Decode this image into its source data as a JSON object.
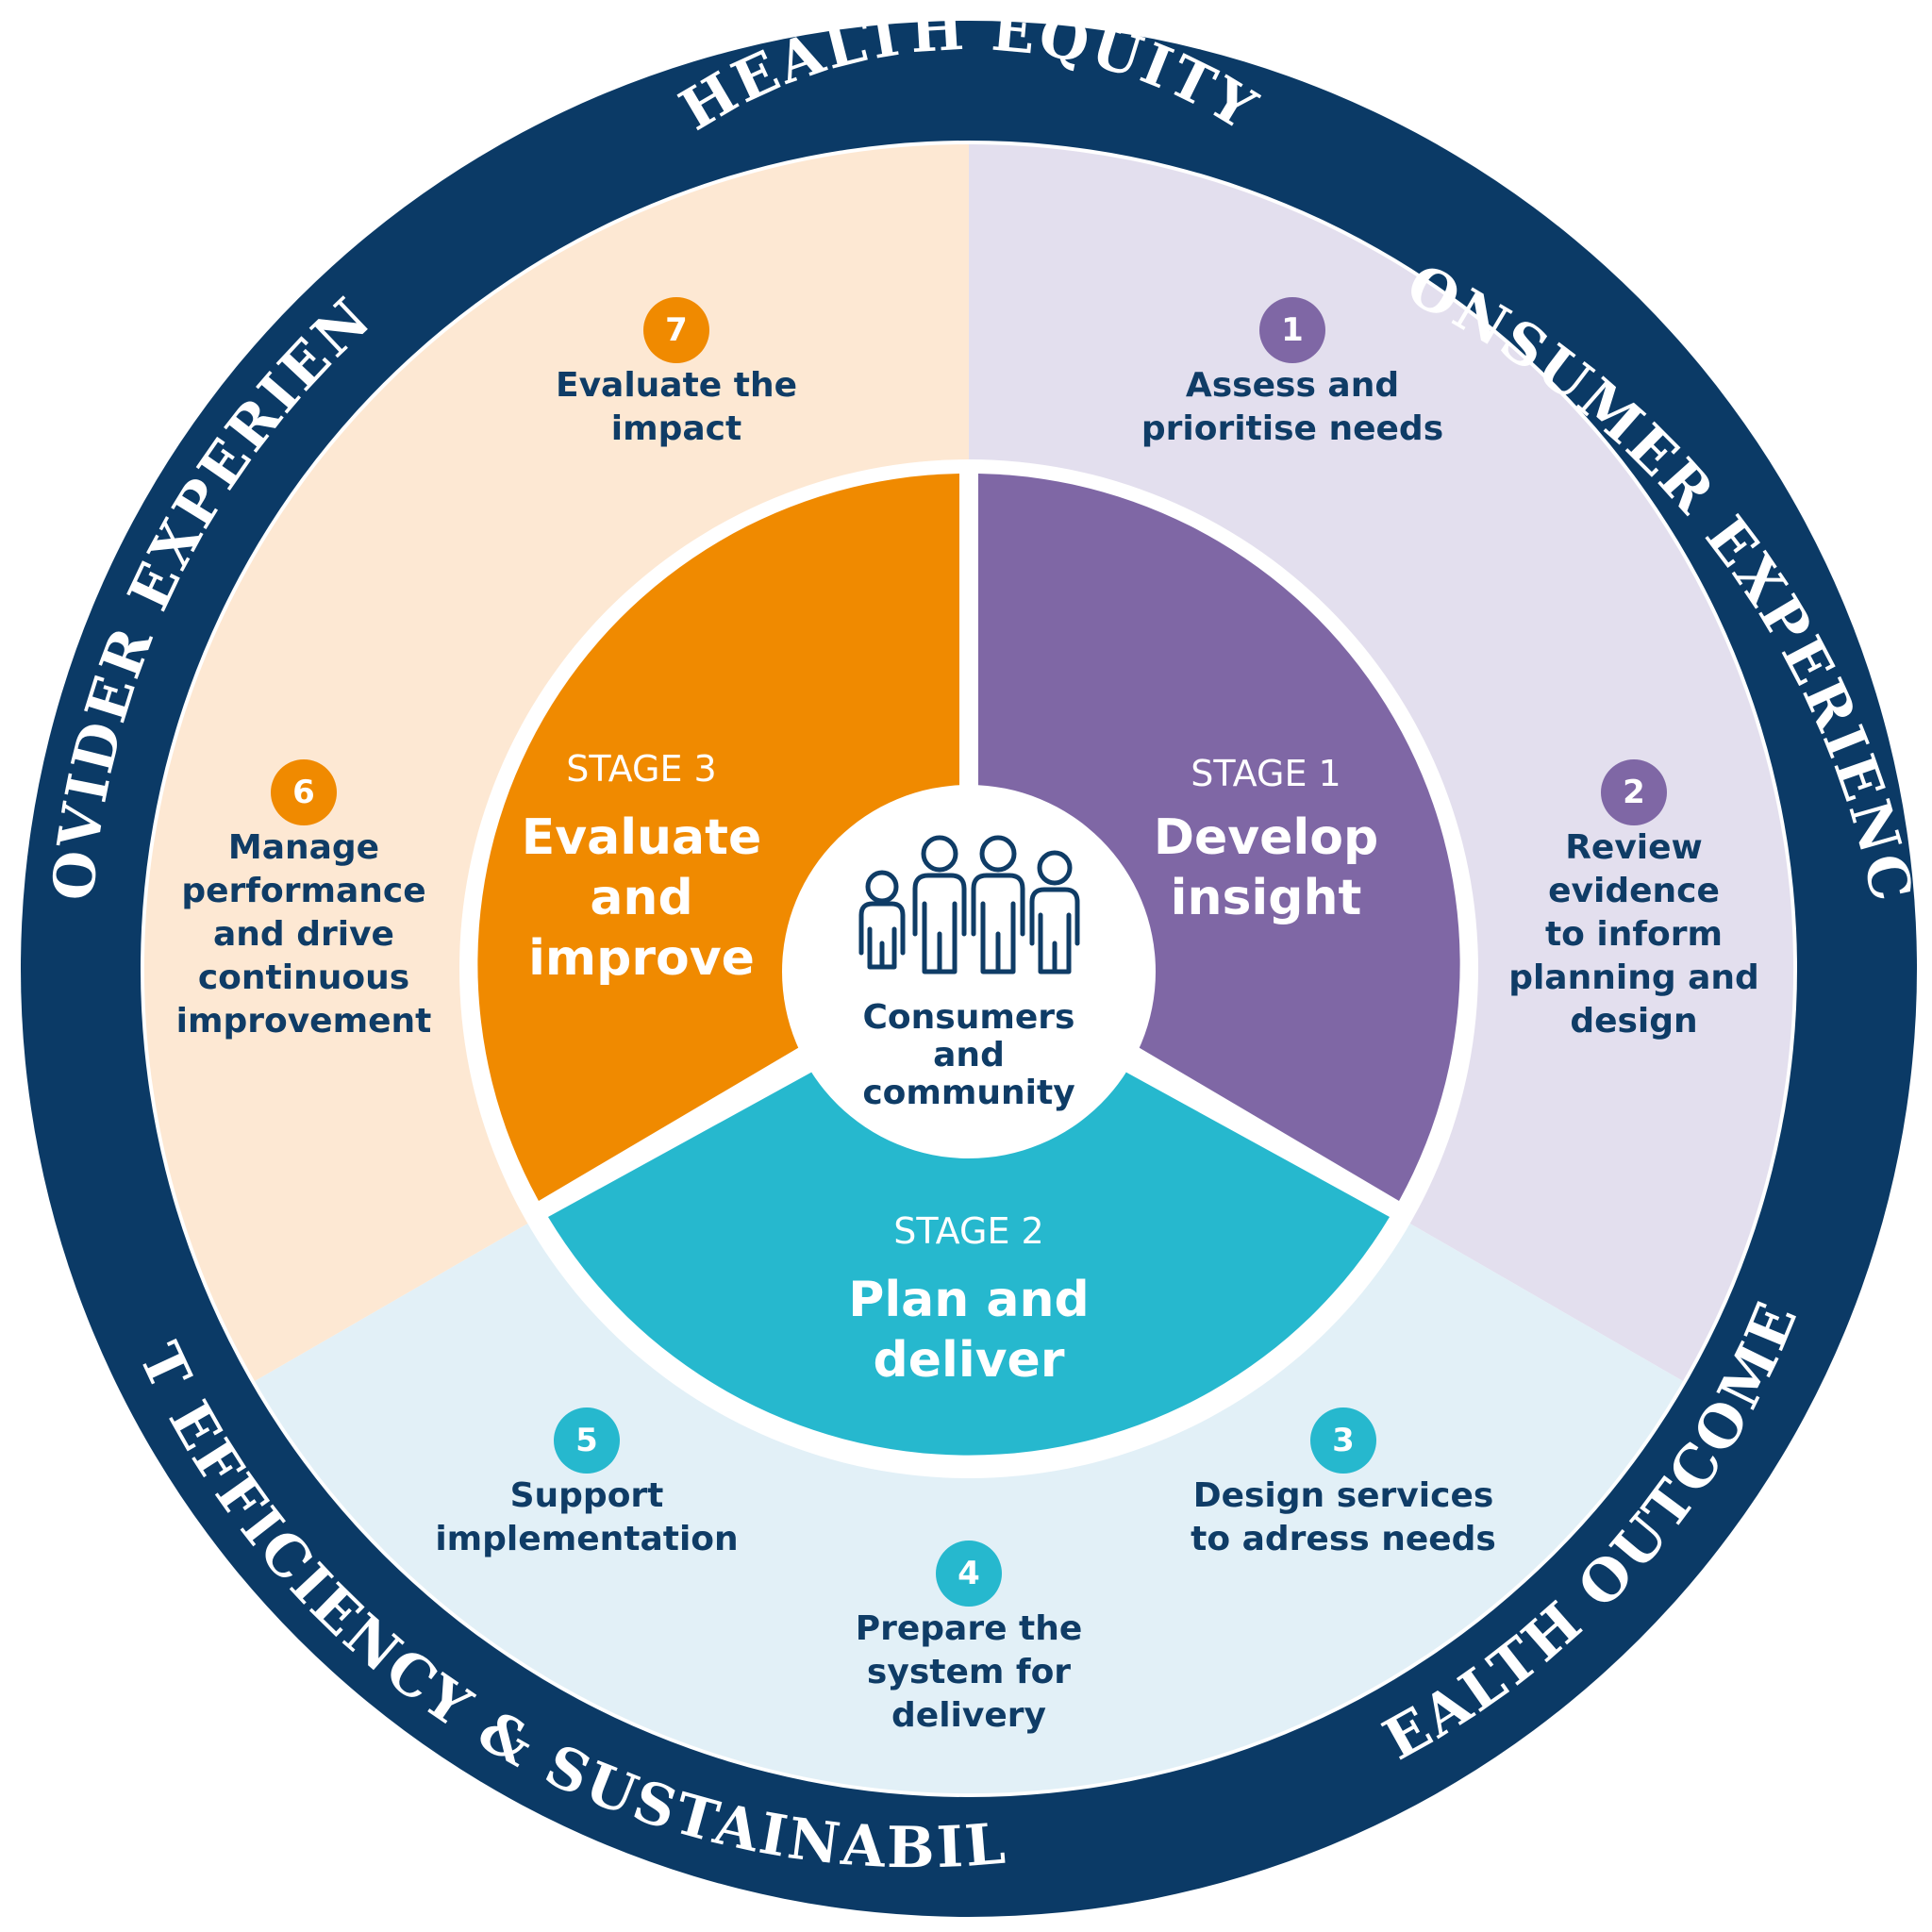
{
  "colors": {
    "ring": "#0b3a66",
    "purple_light": "#e3dfee",
    "orange_light": "#fde8d3",
    "blue_light": "#e2f0f7",
    "purple": "#7f67a5",
    "orange": "#f08a00",
    "teal": "#26b8ce",
    "text_dark": "#0f3c66"
  },
  "outer_ring": {
    "top": "HEALTH EQUITY",
    "upper_right": "CONSUMER EXPERIENCE",
    "lower_right": "HEALTH OUTCOMES",
    "bottom": "COST EFFICIENCY & SUSTAINABILITY",
    "upper_left": "PROVIDER EXPERIENCE"
  },
  "steps": [
    {
      "num": "1",
      "lines": [
        "Assess and",
        "prioritise needs"
      ],
      "color": "purple"
    },
    {
      "num": "2",
      "lines": [
        "Review",
        "evidence",
        "to inform",
        "planning and",
        "design"
      ],
      "color": "purple"
    },
    {
      "num": "3",
      "lines": [
        "Design services",
        "to adress needs"
      ],
      "color": "teal"
    },
    {
      "num": "4",
      "lines": [
        "Prepare the",
        "system for",
        "delivery"
      ],
      "color": "teal"
    },
    {
      "num": "5",
      "lines": [
        "Support",
        "implementation"
      ],
      "color": "teal"
    },
    {
      "num": "6",
      "lines": [
        "Manage",
        "performance",
        "and drive",
        "continuous",
        "improvement"
      ],
      "color": "orange"
    },
    {
      "num": "7",
      "lines": [
        "Evaluate the",
        "impact"
      ],
      "color": "orange"
    }
  ],
  "stages": [
    {
      "label": "STAGE 1",
      "title_lines": [
        "Develop",
        "insight"
      ]
    },
    {
      "label": "STAGE 2",
      "title_lines": [
        "Plan and",
        "deliver"
      ]
    },
    {
      "label": "STAGE 3",
      "title_lines": [
        "Evaluate",
        "and",
        "improve"
      ]
    }
  ],
  "center": {
    "icon": "people-group-icon",
    "lines": [
      "Consumers",
      "and",
      "community"
    ]
  }
}
